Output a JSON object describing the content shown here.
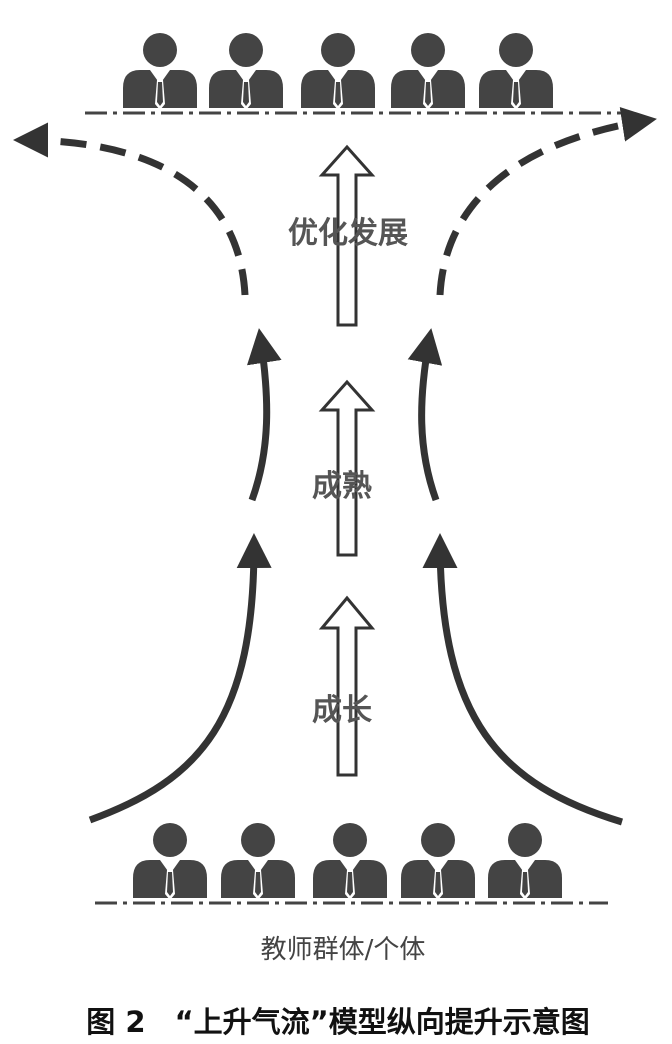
{
  "diagram": {
    "stages": [
      {
        "label": "成长"
      },
      {
        "label": "成熟"
      },
      {
        "label": "优化发展"
      }
    ],
    "group_label": "教师群体/个体",
    "caption": "图 2　“上升气流”模型纵向提升示意图"
  },
  "colors": {
    "figure": "#444444",
    "tie": "#ffffff",
    "arrow_stroke": "#333333",
    "dashed_line": "#333333",
    "text": "#555555"
  },
  "icons": [
    "person-icon"
  ]
}
